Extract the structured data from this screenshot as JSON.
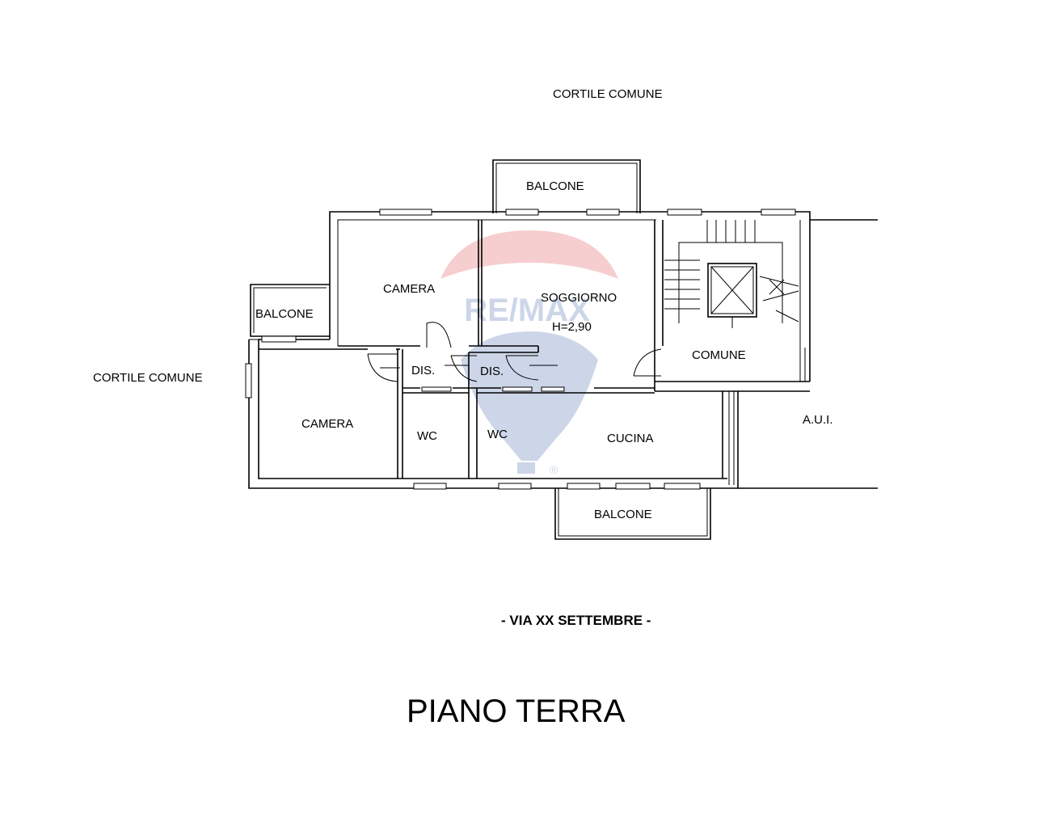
{
  "labels": {
    "cortile_top": "CORTILE COMUNE",
    "cortile_left": "CORTILE COMUNE",
    "balcone_top": "BALCONE",
    "balcone_left": "BALCONE",
    "balcone_bottom": "BALCONE",
    "camera_top": "CAMERA",
    "camera_left": "CAMERA",
    "soggiorno": "SOGGIORNO",
    "height": "H=2,90",
    "dis_1": "DIS.",
    "dis_2": "DIS.",
    "wc_1": "WC",
    "wc_2": "WC",
    "cucina": "CUCINA",
    "comune": "COMUNE",
    "aui": "A.U.I."
  },
  "street": "- VIA XX SETTEMBRE -",
  "title": "PIANO TERRA",
  "watermark": {
    "text": "RE/MAX",
    "colors": {
      "red": "#d9232f",
      "blue": "#1a4b9c"
    }
  }
}
